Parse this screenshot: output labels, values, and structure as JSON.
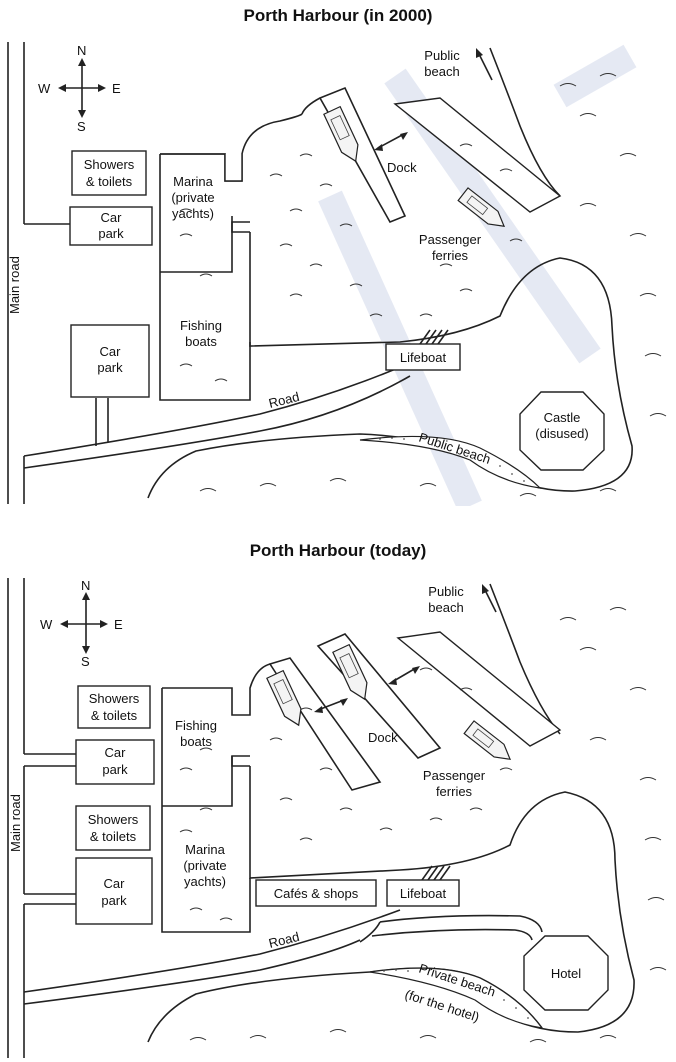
{
  "maps": [
    {
      "title": "Porth Harbour (in 2000)",
      "compass": {
        "n": "N",
        "s": "S",
        "e": "E",
        "w": "W"
      },
      "labels": {
        "main_road": "Main road",
        "public_beach_top": [
          "Public",
          "beach"
        ],
        "showers": [
          "Showers",
          "& toilets"
        ],
        "car_park_1": [
          "Car",
          "park"
        ],
        "marina": [
          "Marina",
          "(private",
          "yachts)"
        ],
        "car_park_2": [
          "Car",
          "park"
        ],
        "fishing": [
          "Fishing",
          "boats"
        ],
        "dock": "Dock",
        "ferries": [
          "Passenger",
          "ferries"
        ],
        "lifeboat": "Lifeboat",
        "road": "Road",
        "beach_bottom": "Public beach",
        "castle": [
          "Castle",
          "(disused)"
        ]
      }
    },
    {
      "title": "Porth Harbour (today)",
      "compass": {
        "n": "N",
        "s": "S",
        "e": "E",
        "w": "W"
      },
      "labels": {
        "main_road": "Main road",
        "public_beach_top": [
          "Public",
          "beach"
        ],
        "showers_1": [
          "Showers",
          "& toilets"
        ],
        "car_park_1": [
          "Car",
          "park"
        ],
        "fishing": [
          "Fishing",
          "boats"
        ],
        "showers_2": [
          "Showers",
          "& toilets"
        ],
        "car_park_2": [
          "Car",
          "park"
        ],
        "marina": [
          "Marina",
          "(private",
          "yachts)"
        ],
        "dock": "Dock",
        "ferries": [
          "Passenger",
          "ferries"
        ],
        "cafes": "Cafés & shops",
        "lifeboat": "Lifeboat",
        "road": "Road",
        "hotel": "Hotel",
        "beach_bottom": "Private beach",
        "beach_note": "(for the hotel)"
      }
    }
  ]
}
